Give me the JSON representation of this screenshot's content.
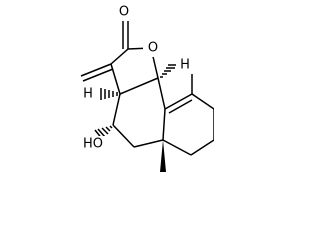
{
  "molecule": {
    "atoms": {
      "carbonyl_oxygen": "O",
      "ring_oxygen": "O",
      "hydroxyl": "HO",
      "h_upper": "H",
      "h_left": "H"
    }
  }
}
